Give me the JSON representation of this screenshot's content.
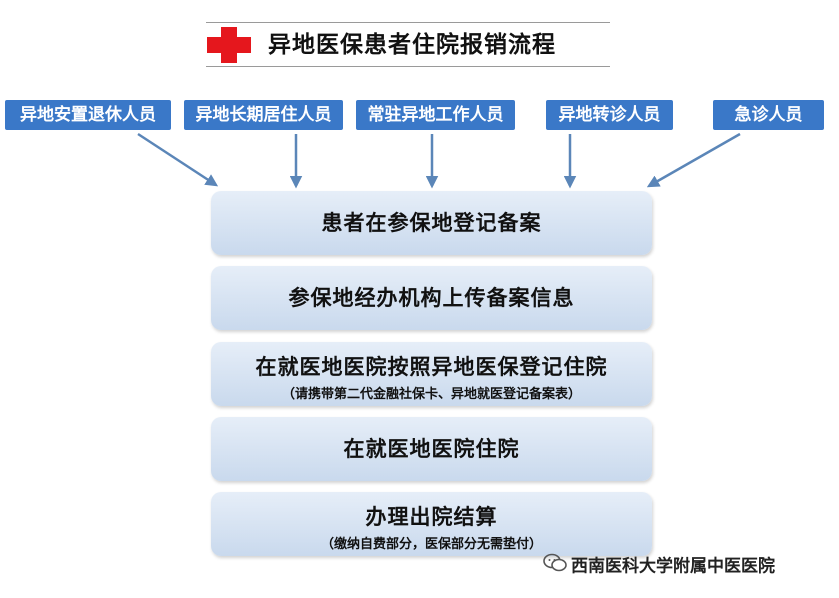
{
  "header": {
    "title": "异地医保患者住院报销流程",
    "icon": "red-cross-icon",
    "icon_color": "#e5171d"
  },
  "categories": [
    "异地安置退休人员",
    "异地长期居住人员",
    "常驻异地工作人员",
    "异地转诊人员",
    "急诊人员"
  ],
  "steps": [
    {
      "main": "患者在参保地登记备案",
      "sub": ""
    },
    {
      "main": "参保地经办机构上传备案信息",
      "sub": ""
    },
    {
      "main": "在就医地医院按照异地医保登记住院",
      "sub": "（请携带第二代金融社保卡、异地就医登记备案表）"
    },
    {
      "main": "在就医地医院住院",
      "sub": ""
    },
    {
      "main": "办理出院结算",
      "sub": "（缴纳自费部分，医保部分无需垫付）"
    }
  ],
  "watermark": {
    "text": "西南医科大学附属中医医院",
    "icon": "wechat-icon"
  },
  "colors": {
    "tag_background": "#3a78c8",
    "arrow": "#5b86b8",
    "step_fill_top": "#e6eef8",
    "step_fill_bottom": "#c9d9ed"
  }
}
